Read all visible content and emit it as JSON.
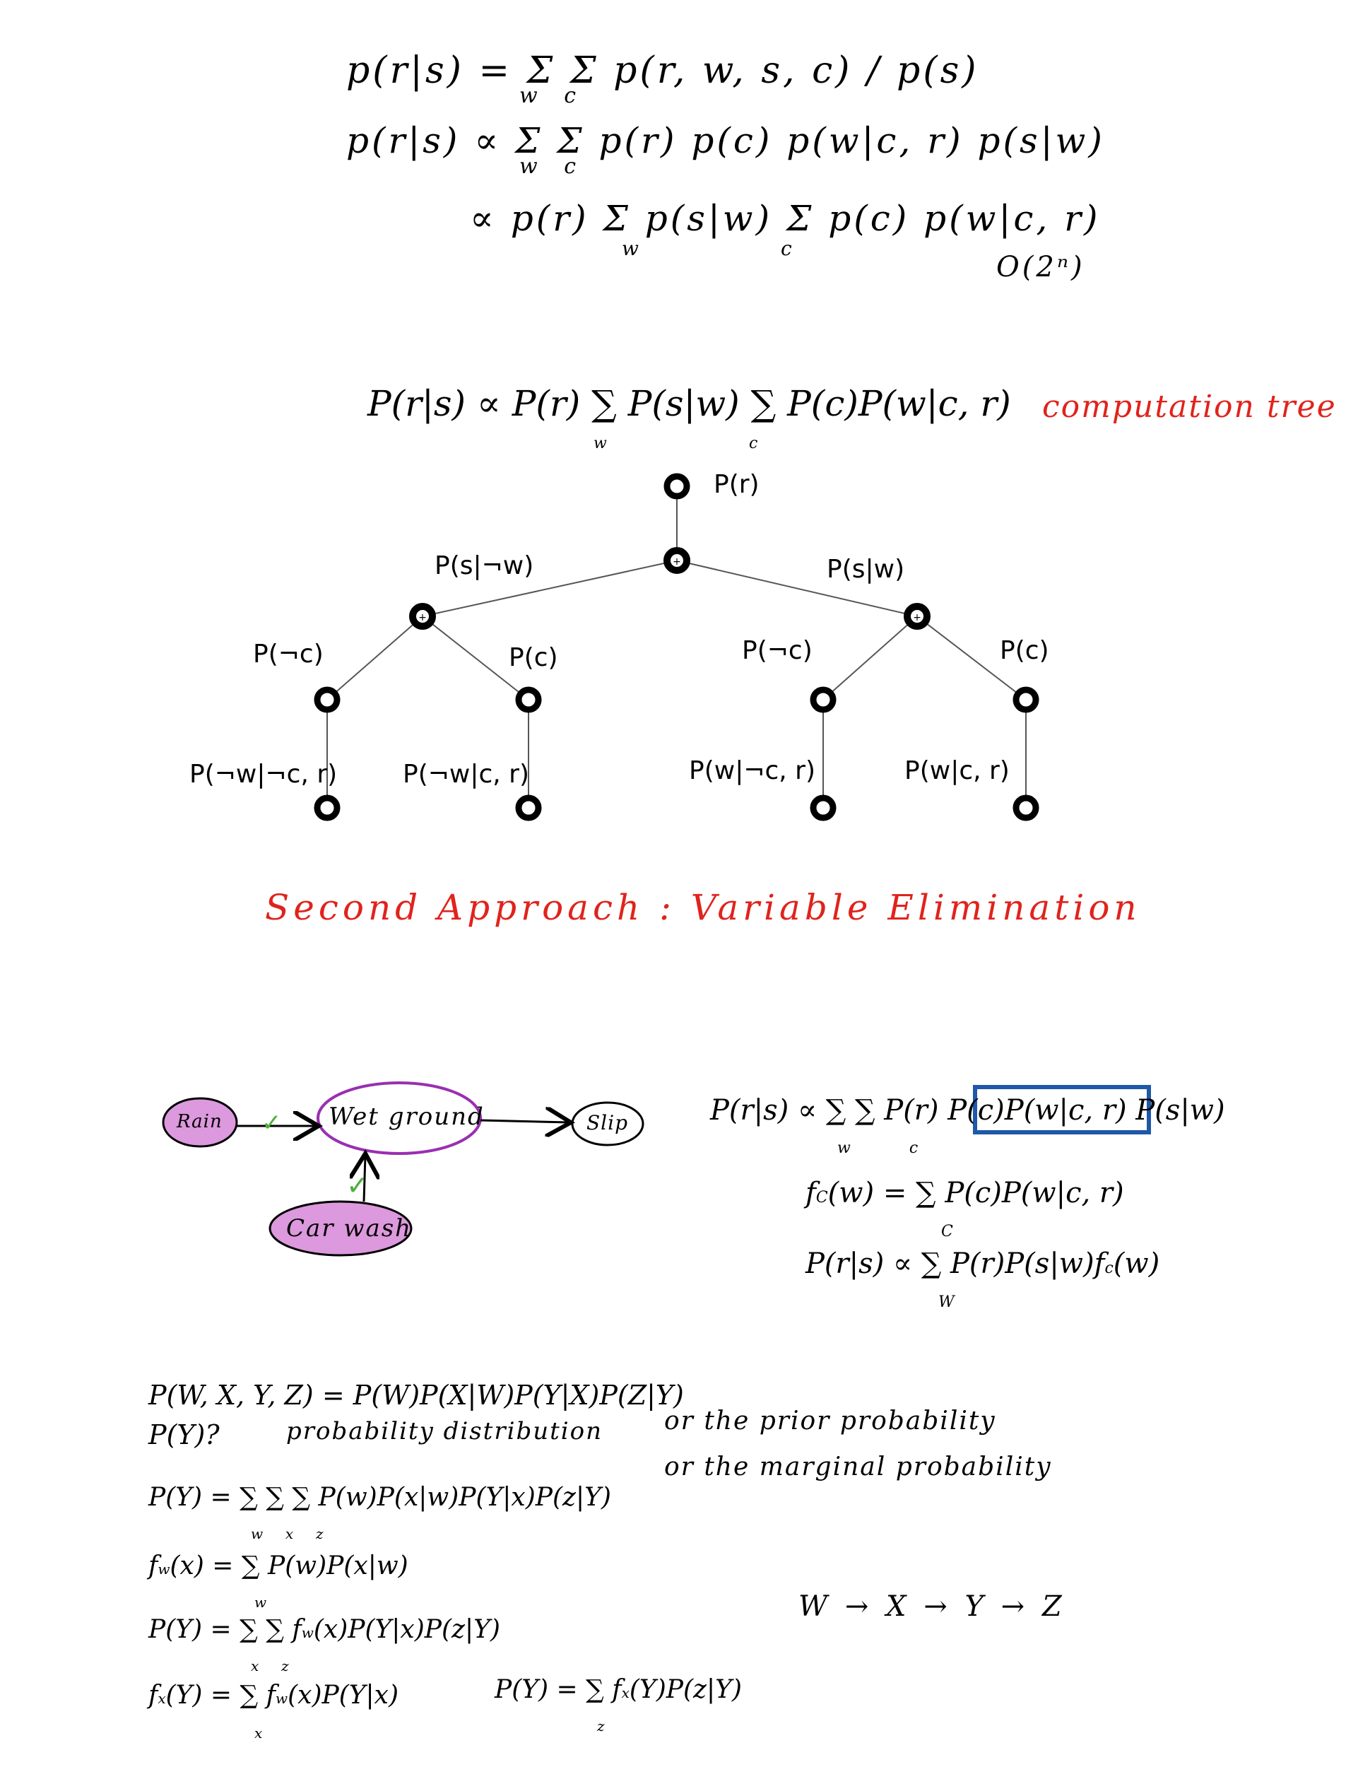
{
  "handwritten_derivation": {
    "line1": "p(r|s) = Σ Σ p(r, w, s, c) / p(s)",
    "line1_sub": "w c",
    "line2": "p(r|s) ∝ Σ Σ p(r) p(c) p(w|c, r) p(s|w)",
    "line2_sub": "w c",
    "line3": "∝ p(r) Σ p(s|w) Σ p(c) p(w|c, r)",
    "line3_sub_w": "w",
    "line3_sub_c": "c",
    "complexity_note": "O(2ⁿ)"
  },
  "computation_tree": {
    "formula": "P(r|s) ∝ P(r) ∑ P(s|w) ∑ P(c)P(w|c, r)",
    "sub_w": "w",
    "sub_c": "c",
    "annotation": "computation tree",
    "labels": {
      "root": "P(r)",
      "left_plus": "P(s|¬w)",
      "right_plus": "P(s|w)",
      "ll": "P(¬c)",
      "lr": "P(c)",
      "rl": "P(¬c)",
      "rr": "P(c)",
      "ll_leaf": "P(¬w|¬c, r)",
      "lr_leaf": "P(¬w|c, r)",
      "rl_leaf": "P(w|¬c, r)",
      "rr_leaf": "P(w|c, r)"
    },
    "plus_symbol": "+"
  },
  "heading": "Second Approach : Variable Elimination",
  "network": {
    "nodes": {
      "rain": "Rain",
      "wet_ground": "Wet ground",
      "slip": "Slip",
      "car_wash": "Car wash"
    },
    "check": "✓",
    "colors": {
      "purple": "#dd99dd",
      "purple_stroke": "#9a2fb0",
      "check": "#4caf3a",
      "box": "#1e58a8",
      "red": "#e0231c"
    }
  },
  "elimination": {
    "eq1": "P(r|s) ∝ ∑ ∑ P(r) P(c)P(w|c, r) P(s|w)",
    "eq1_sub": "w c",
    "eq2": "f",
    "eq2_sub_c": "C",
    "eq2_rest": "(w) = ∑ P(c)P(w|c, r)",
    "eq2_sum_sub": "C",
    "eq3": "P(r|s) ∝ ∑ P(r)P(s|w)f",
    "eq3_fsub": "c",
    "eq3_tail": "(w)",
    "eq3_sub": "W"
  },
  "chain": {
    "joint": "P(W, X, Y, Z) = P(W)P(X|W)P(Y|X)P(Z|Y)",
    "question": "P(Y)?",
    "hand1": "probability distribution",
    "hand2": "or  the  prior probability",
    "hand3": "or  the  marginal probability",
    "py_full": "P(Y) = ∑ ∑ ∑ P(w)P(x|w)P(Y|x)P(z|Y)",
    "py_full_sub": "w     x     z",
    "fw": "f",
    "fw_sub": "w",
    "fw_rest": "(x) = ∑ P(w)P(x|w)",
    "fw_sum_sub": "w",
    "py2": "P(Y) = ∑ ∑ f",
    "py2_fsub": "w",
    "py2_rest": "(x)P(Y|x)P(z|Y)",
    "py2_sub": "x     z",
    "fx": "f",
    "fx_sub": "x",
    "fx_rest": "(Y) = ∑ f",
    "fx_fsub": "w",
    "fx_tail": "(x)P(Y|x)",
    "fx_sum_sub": "x",
    "py3": "P(Y) = ∑ f",
    "py3_fsub": "x",
    "py3_tail": "(Y)P(z|Y)",
    "py3_sub": "z",
    "order": "W → X → Y → Z"
  }
}
